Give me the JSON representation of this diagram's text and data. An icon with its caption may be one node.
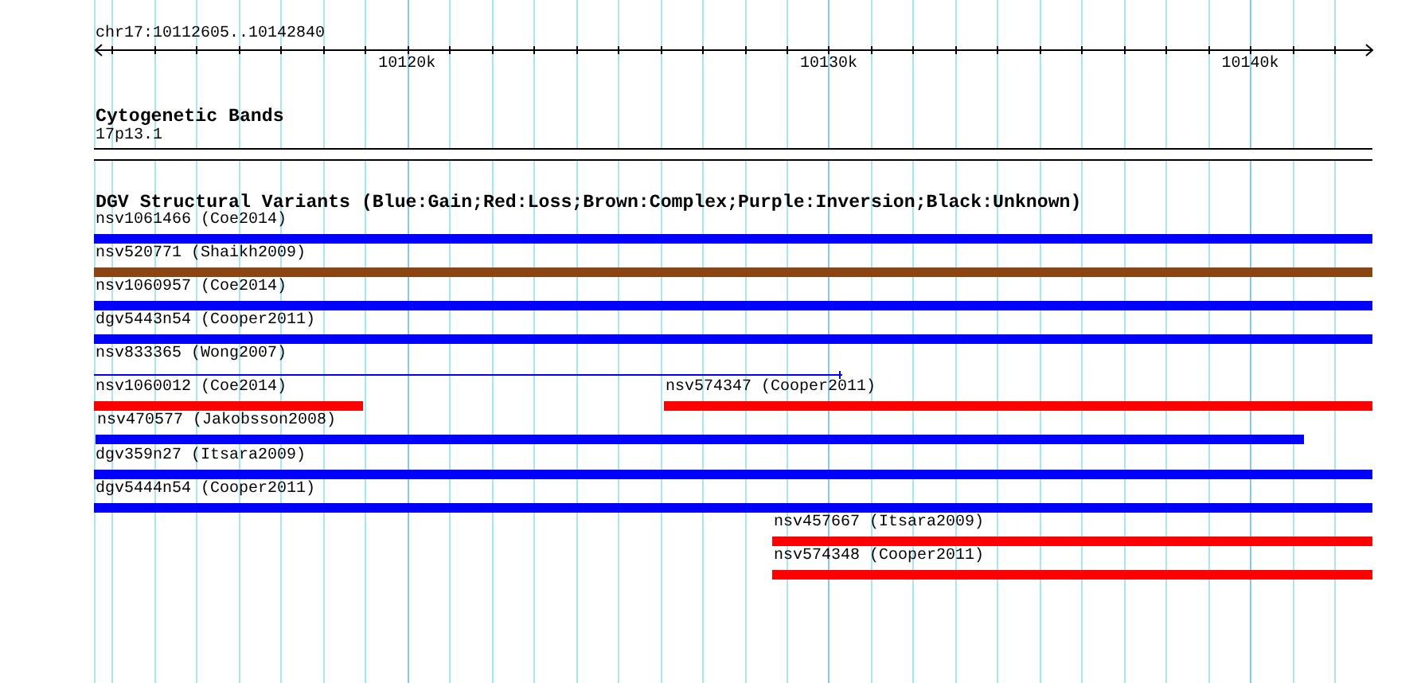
{
  "diagram": {
    "nodes": [
      {
        "text": [
          "17p13.1"
        ]
      },
      {
        "text": [
          "nsv1061466 (Coe2014)"
        ]
      },
      {
        "text": [
          "nsv520771 (Shaikh2009)"
        ]
      },
      {
        "text": [
          "nsv1060957 (Coe2014)"
        ]
      },
      {
        "text": [
          "dgv5443n54 (Cooper2011)"
        ]
      },
      {
        "text": [
          "nsv833365 (Wong2007)"
        ]
      },
      {
        "text": [
          "nsv1060012 (Coe2014)"
        ]
      },
      {
        "text": [
          "nsv574347 (Cooper2011)"
        ]
      },
      {
        "text": [
          "nsv470577 (Jakobsson2008)"
        ]
      },
      {
        "text": [
          "dgv359n27 (Itsara2009)"
        ]
      },
      {
        "text": [
          "dgv5444n54 (Cooper2011)"
        ]
      },
      {
        "text": [
          "nsv457667 (Itsara2009)"
        ]
      },
      {
        "text": [
          "nsv574348 (Cooper2011)"
        ]
      }
    ],
    "labels": [
      "chr17:10112605..10142840",
      "10120k",
      "10130k",
      "10140k",
      "Cytogenetic Bands",
      "DGV Structural Variants (Blue:Gain;Red:Loss;Brown:Complex;Purple:Inversion;Black:Unknown)"
    ]
  }
}
